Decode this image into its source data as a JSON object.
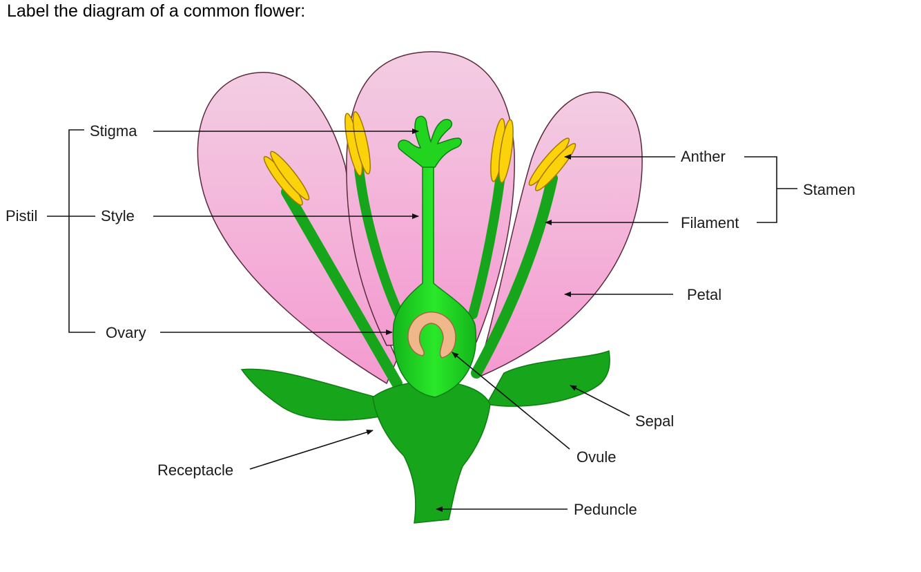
{
  "heading": "Label the diagram of a common flower:",
  "labels": {
    "stigma": "Stigma",
    "style": "Style",
    "ovary": "Ovary",
    "pistil": "Pistil",
    "anther": "Anther",
    "filament": "Filament",
    "stamen": "Stamen",
    "petal": "Petal",
    "sepal": "Sepal",
    "ovule": "Ovule",
    "receptacle": "Receptacle",
    "peduncle": "Peduncle"
  },
  "colors": {
    "petal_top": "#f3cde3",
    "petal_bottom": "#f49ad0",
    "stem_green": "#17a51b",
    "dark_green": "#0e7d12",
    "bright_green": "#22d31f",
    "anther_yellow": "#fcd20a",
    "ovule": "#efb88a"
  }
}
